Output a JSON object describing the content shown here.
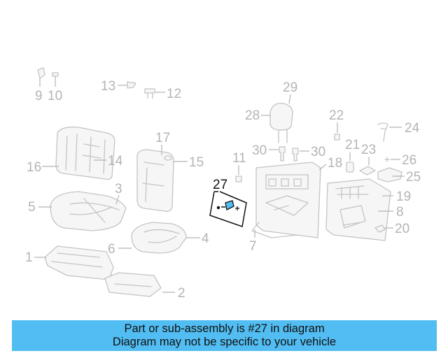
{
  "labels": {
    "l1": "1",
    "l2": "2",
    "l3": "3",
    "l4": "4",
    "l5": "5",
    "l6": "6",
    "l7": "7",
    "l8": "8",
    "l9": "9",
    "l10": "10",
    "l11": "11",
    "l12": "12",
    "l13": "13",
    "l14": "14",
    "l15": "15",
    "l16": "16",
    "l17": "17",
    "l18": "18",
    "l19": "19",
    "l20": "20",
    "l21": "21",
    "l22": "22",
    "l23": "23",
    "l24": "24",
    "l25": "25",
    "l26": "26",
    "l27": "27",
    "l28": "28",
    "l29": "29",
    "l30a": "30",
    "l30b": "30"
  },
  "highlight_part": "27",
  "colors": {
    "banner": "#52bdf2",
    "highlight": "#111111",
    "faded": "#b4b4b4"
  },
  "banner": {
    "line1": "Part or sub-assembly is #27 in diagram",
    "line2": "Diagram may not be specific to your vehicle"
  }
}
